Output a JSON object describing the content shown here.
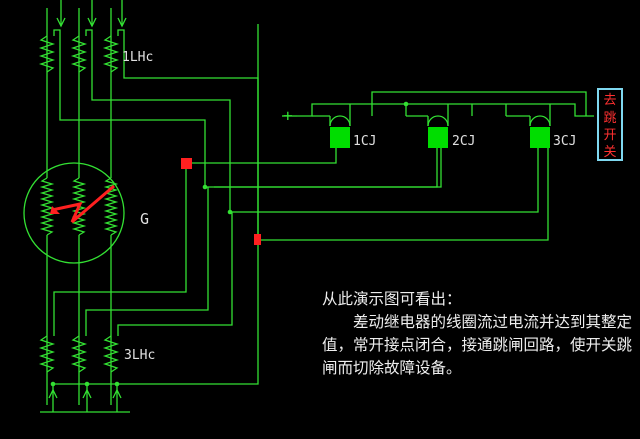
{
  "colors": {
    "background": "#000000",
    "wire": "#33e033",
    "fault": "#ff2020",
    "relay": "#00dd00",
    "box_border": "#7fd8f0"
  },
  "labels": {
    "ct_top": "1LHc",
    "ct_bottom": "3LHc",
    "generator": "G",
    "plus": "+",
    "relay1": "1CJ",
    "relay2": "2CJ",
    "relay3": "3CJ"
  },
  "trip_box": {
    "chars": [
      "去",
      "跳",
      "开",
      "关"
    ]
  },
  "explanation": {
    "title": "从此演示图可看出：",
    "body": "差动继电器的线圈流过电流并达到其整定值，常开接点闭合，接通跳闸回路，使开关跳闸而切除故障设备。"
  }
}
